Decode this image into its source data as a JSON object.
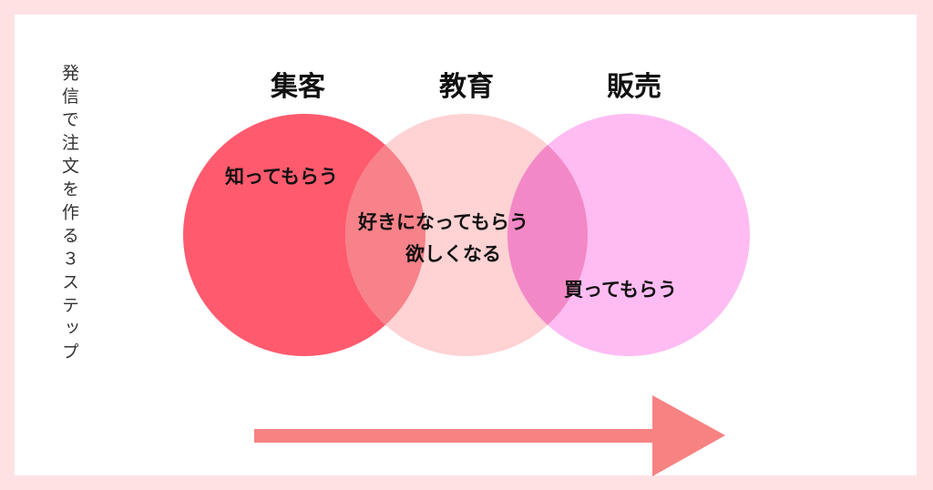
{
  "title_vertical": "発信で注文を作る３ステップ",
  "steps": [
    {
      "heading": "集客",
      "description": "知ってもらう"
    },
    {
      "heading": "教育",
      "description": "好きになってもらう",
      "description_2": "欲しくなる"
    },
    {
      "heading": "販売",
      "description": "買ってもらう"
    }
  ],
  "colors": {
    "background": "#ffe1e4",
    "circle_1": "#ff5a6e",
    "circle_2": "#ffd2d4",
    "circle_3": "#ffbcf3",
    "overlap_1_2": "#f78289",
    "overlap_2_3": "#f388c6",
    "arrow": "#f78282"
  }
}
